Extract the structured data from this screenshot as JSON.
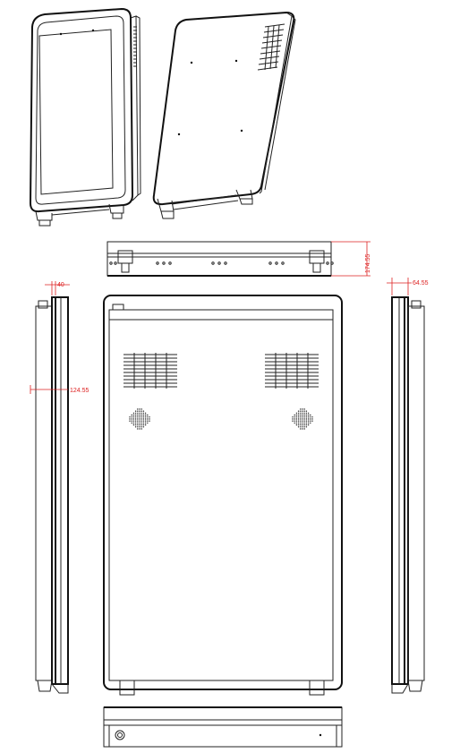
{
  "colors": {
    "line": "#222222",
    "dimension": "#dd2222",
    "background": "#ffffff"
  },
  "dimensions": {
    "front_depth": "40",
    "side_depth": "124.55",
    "right_depth": "64.55",
    "top_height": "174.55"
  }
}
